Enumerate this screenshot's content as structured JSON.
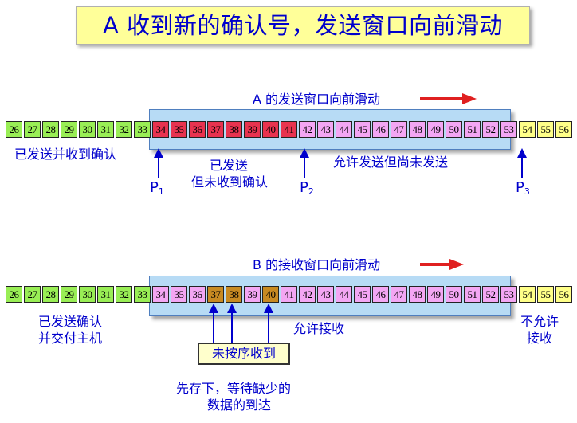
{
  "title": "A 收到新的确认号，发送窗口向前滑动",
  "colors": {
    "acked": "#99ee55",
    "sent_unacked": "#e8334f",
    "allowed": "#f3a6f3",
    "not_allowed": "#ffff88",
    "received_out_of_order": "#c88a22",
    "window_fill": "#b7dbf5",
    "label_blue": "#0000cc",
    "arrow_red": "#e02020"
  },
  "sender": {
    "window_label": "A 的发送窗口向前滑动",
    "cells": [
      {
        "n": "26",
        "s": "acked"
      },
      {
        "n": "27",
        "s": "acked"
      },
      {
        "n": "28",
        "s": "acked"
      },
      {
        "n": "29",
        "s": "acked"
      },
      {
        "n": "30",
        "s": "acked"
      },
      {
        "n": "31",
        "s": "acked"
      },
      {
        "n": "32",
        "s": "acked"
      },
      {
        "n": "33",
        "s": "acked"
      },
      {
        "n": "34",
        "s": "sent_unacked"
      },
      {
        "n": "35",
        "s": "sent_unacked"
      },
      {
        "n": "36",
        "s": "sent_unacked"
      },
      {
        "n": "37",
        "s": "sent_unacked"
      },
      {
        "n": "38",
        "s": "sent_unacked"
      },
      {
        "n": "39",
        "s": "sent_unacked"
      },
      {
        "n": "40",
        "s": "sent_unacked"
      },
      {
        "n": "41",
        "s": "sent_unacked"
      },
      {
        "n": "42",
        "s": "allowed"
      },
      {
        "n": "43",
        "s": "allowed"
      },
      {
        "n": "44",
        "s": "allowed"
      },
      {
        "n": "45",
        "s": "allowed"
      },
      {
        "n": "46",
        "s": "allowed"
      },
      {
        "n": "47",
        "s": "allowed"
      },
      {
        "n": "48",
        "s": "allowed"
      },
      {
        "n": "49",
        "s": "allowed"
      },
      {
        "n": "50",
        "s": "allowed"
      },
      {
        "n": "51",
        "s": "allowed"
      },
      {
        "n": "52",
        "s": "allowed"
      },
      {
        "n": "53",
        "s": "allowed"
      },
      {
        "n": "54",
        "s": "not_allowed"
      },
      {
        "n": "55",
        "s": "not_allowed"
      },
      {
        "n": "56",
        "s": "not_allowed"
      }
    ],
    "label_acked": "已发送并收到确认",
    "label_sent_line1": "已发送",
    "label_sent_line2": "但未收到确认",
    "label_allowed": "允许发送但尚未发送",
    "p1": "P",
    "p1_sub": "1",
    "p2": "P",
    "p2_sub": "2",
    "p3": "P",
    "p3_sub": "3"
  },
  "receiver": {
    "window_label": "B 的接收窗口向前滑动",
    "cells": [
      {
        "n": "26",
        "s": "acked"
      },
      {
        "n": "27",
        "s": "acked"
      },
      {
        "n": "28",
        "s": "acked"
      },
      {
        "n": "29",
        "s": "acked"
      },
      {
        "n": "30",
        "s": "acked"
      },
      {
        "n": "31",
        "s": "acked"
      },
      {
        "n": "32",
        "s": "acked"
      },
      {
        "n": "33",
        "s": "acked"
      },
      {
        "n": "34",
        "s": "allowed"
      },
      {
        "n": "35",
        "s": "allowed"
      },
      {
        "n": "36",
        "s": "allowed"
      },
      {
        "n": "37",
        "s": "received_out_of_order"
      },
      {
        "n": "38",
        "s": "received_out_of_order"
      },
      {
        "n": "39",
        "s": "allowed"
      },
      {
        "n": "40",
        "s": "received_out_of_order"
      },
      {
        "n": "41",
        "s": "allowed"
      },
      {
        "n": "42",
        "s": "allowed"
      },
      {
        "n": "43",
        "s": "allowed"
      },
      {
        "n": "44",
        "s": "allowed"
      },
      {
        "n": "45",
        "s": "allowed"
      },
      {
        "n": "46",
        "s": "allowed"
      },
      {
        "n": "47",
        "s": "allowed"
      },
      {
        "n": "48",
        "s": "allowed"
      },
      {
        "n": "49",
        "s": "allowed"
      },
      {
        "n": "50",
        "s": "allowed"
      },
      {
        "n": "51",
        "s": "allowed"
      },
      {
        "n": "52",
        "s": "allowed"
      },
      {
        "n": "53",
        "s": "allowed"
      },
      {
        "n": "54",
        "s": "not_allowed"
      },
      {
        "n": "55",
        "s": "not_allowed"
      },
      {
        "n": "56",
        "s": "not_allowed"
      }
    ],
    "label_delivered_line1": "已发送确认",
    "label_delivered_line2": "并交付主机",
    "label_allowed": "允许接收",
    "label_not_allowed_line1": "不允许",
    "label_not_allowed_line2": "接收",
    "label_out_of_order": "未按序收到",
    "label_note_line1": "先存下，等待缺少的",
    "label_note_line2": "数据的到达"
  }
}
